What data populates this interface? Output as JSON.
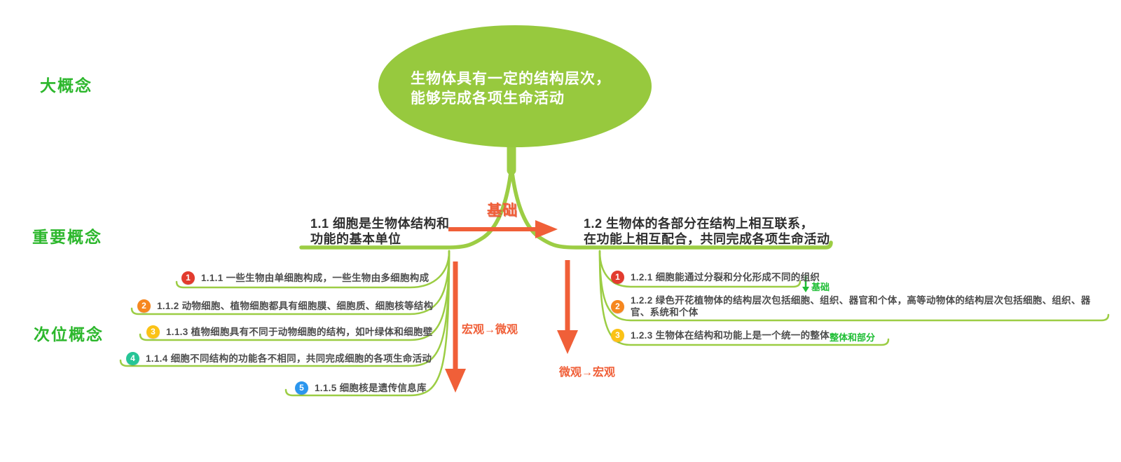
{
  "colors": {
    "canvas_bg": "#ffffff",
    "ellipse_green": "#97c93e",
    "branch_green": "#9ccd44",
    "label_green": "#2cb72c",
    "annotation_green": "#1fbe35",
    "arrow_orange": "#f05f38",
    "heading_text": "#2f2f2f",
    "item_text": "#4d4d4d",
    "root_text": "#ffffff"
  },
  "levels": [
    {
      "label": "大概念"
    },
    {
      "label": "重要概念"
    },
    {
      "label": "次位概念"
    }
  ],
  "root": {
    "line1": "生物体具有一定的结构层次，",
    "line2": "能够完成各项生命活动"
  },
  "edges": {
    "base_label": "基础",
    "left_down_label": "宏观→微观",
    "right_down_label": "微观→宏观"
  },
  "branches": [
    {
      "title_line1": "1.1 细胞是生物体结构和",
      "title_line2": "功能的基本单位",
      "items": [
        {
          "num": "1",
          "color": "#e23b2e",
          "text": "1.1.1 一些生物由单细胞构成，一些生物由多细胞构成"
        },
        {
          "num": "2",
          "color": "#f6871f",
          "text": "1.1.2 动物细胞、植物细胞都具有细胞膜、细胞质、细胞核等结构"
        },
        {
          "num": "3",
          "color": "#fbc216",
          "text": "1.1.3 植物细胞具有不同于动物细胞的结构，如叶绿体和细胞壁"
        },
        {
          "num": "4",
          "color": "#26c596",
          "text": "1.1.4 细胞不同结构的功能各不相同，共同完成细胞的各项生命活动"
        },
        {
          "num": "5",
          "color": "#2b96ee",
          "text": "1.1.5 细胞核是遗传信息库"
        }
      ]
    },
    {
      "title_line1": "1.2 生物体的各部分在结构上相互联系，",
      "title_line2": "在功能上相互配合，共同完成各项生命活动",
      "items": [
        {
          "num": "1",
          "color": "#e23b2e",
          "text": "1.2.1 细胞能通过分裂和分化形成不同的组织",
          "annotation": "基础"
        },
        {
          "num": "2",
          "color": "#f6871f",
          "text": "1.2.2 绿色开花植物体的结构层次包括细胞、组织、器官和个体，高等动物体的结构层次包括细胞、组织、器官、系统和个体"
        },
        {
          "num": "3",
          "color": "#fbc216",
          "text": "1.2.3 生物体在结构和功能上是一个统一的整体",
          "annotation": "整体和部分"
        }
      ]
    }
  ]
}
